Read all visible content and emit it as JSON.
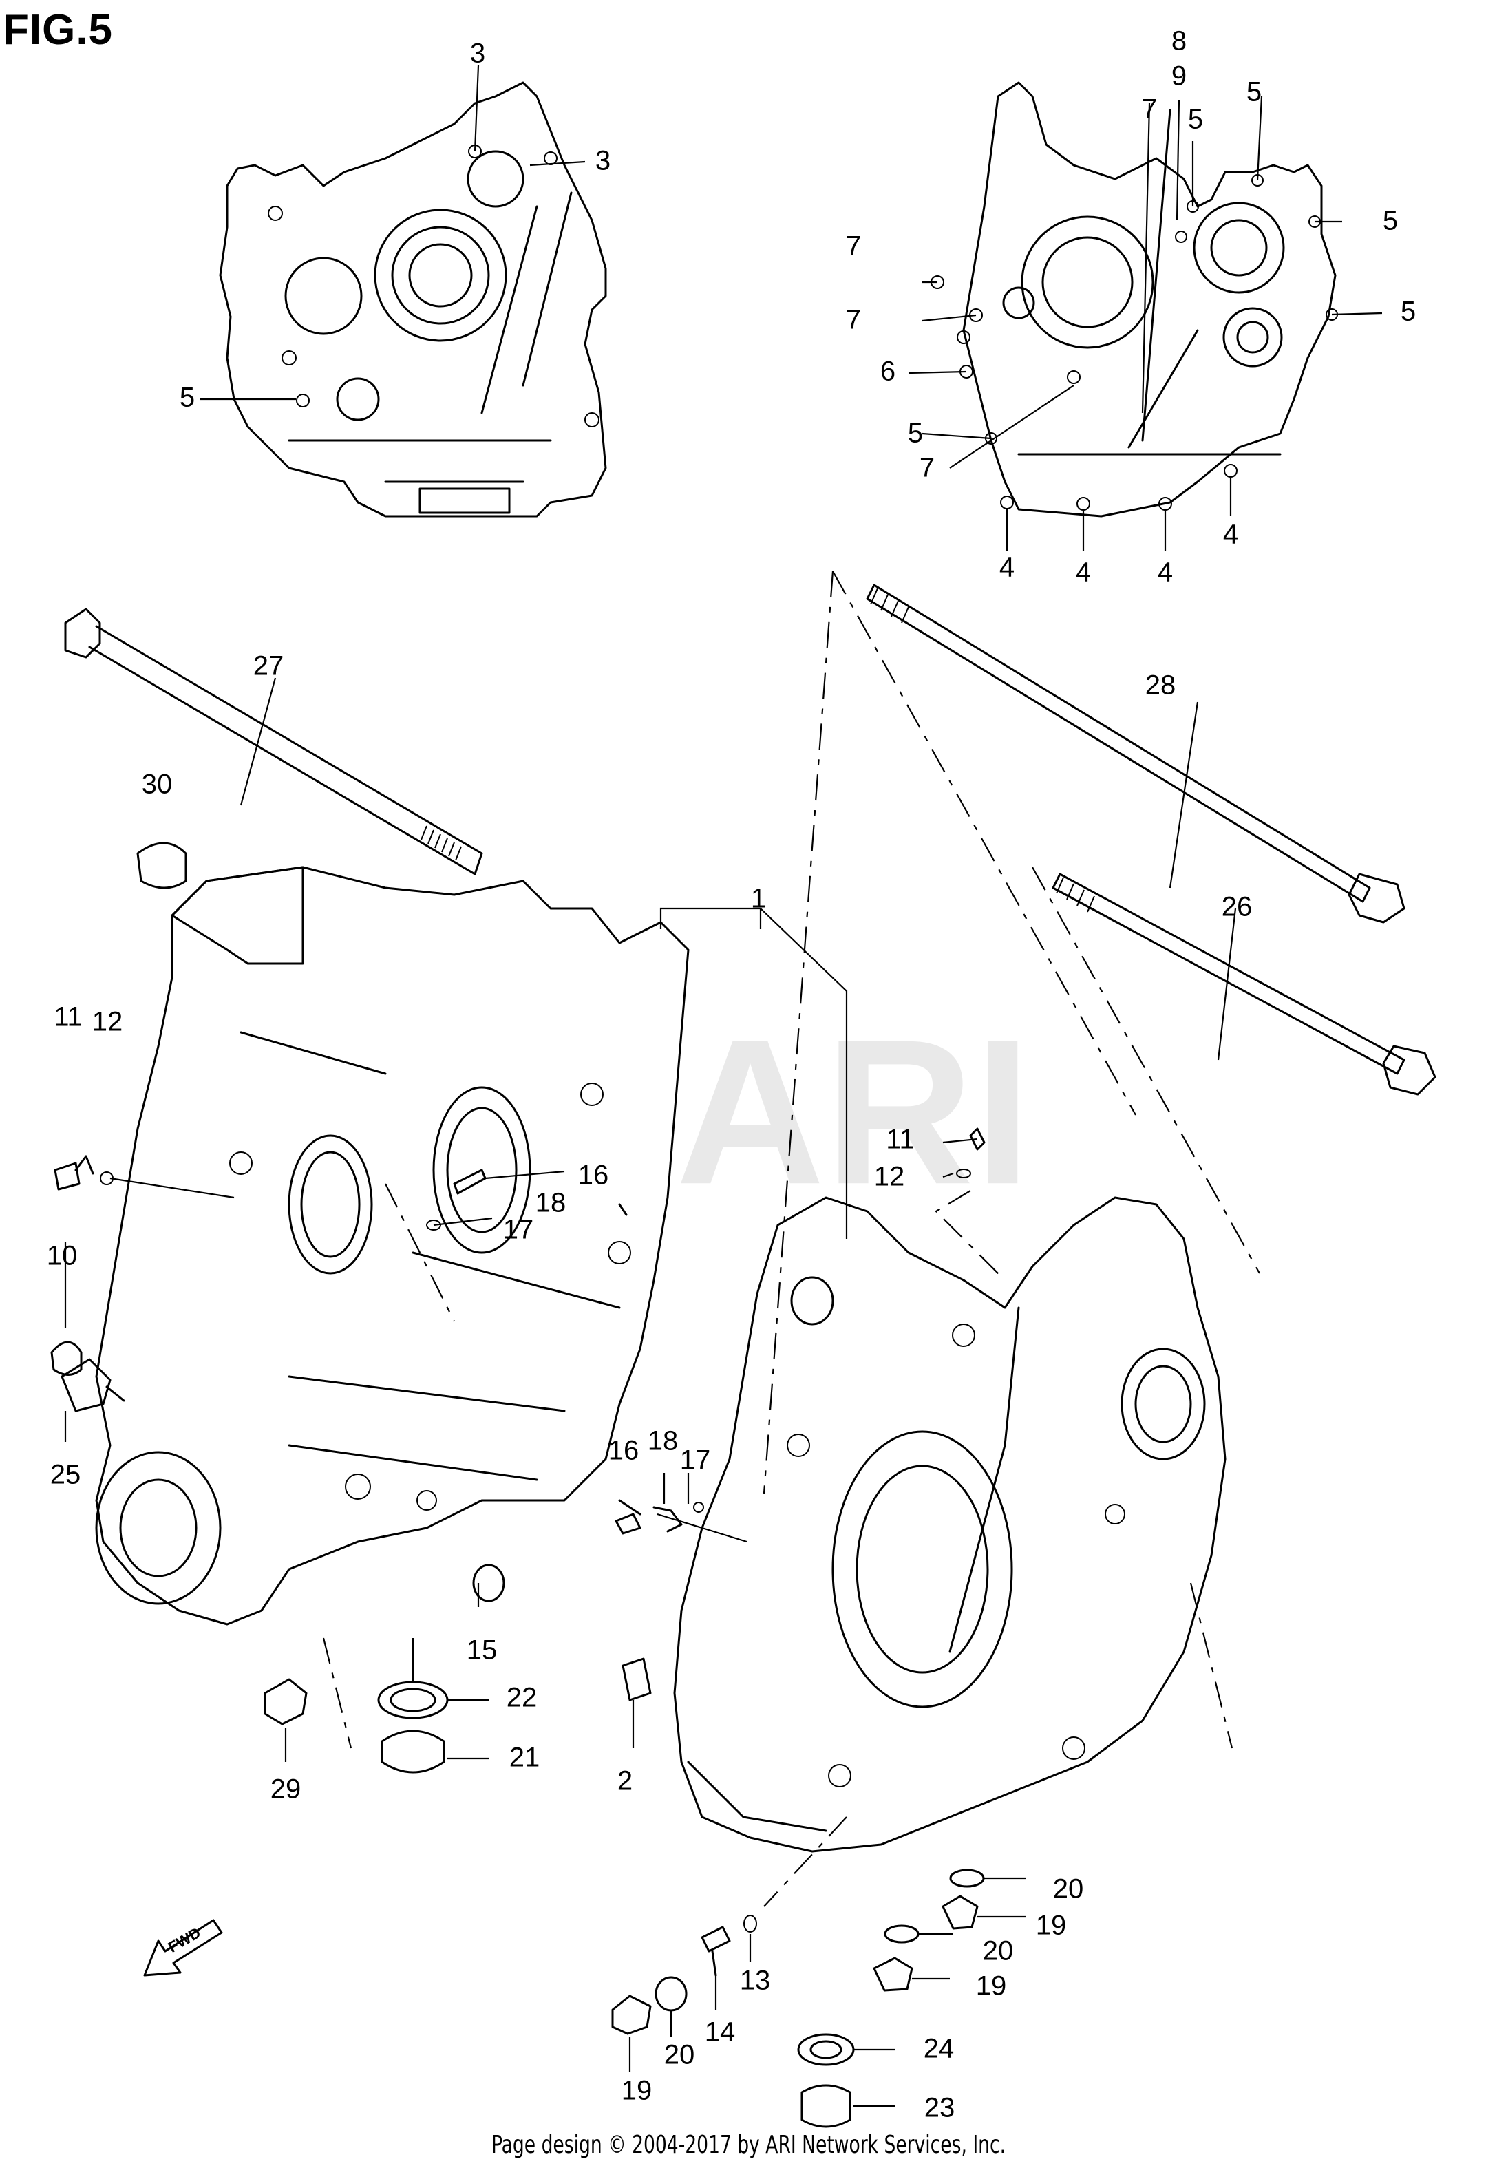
{
  "figure_title": "FIG.5",
  "watermark": "ARI",
  "footer": "Page design © 2004-2017 by ARI Network Services, Inc.",
  "direction_marker": "FWD",
  "callout_numbers": [
    "1",
    "2",
    "3",
    "4",
    "5",
    "6",
    "7",
    "8",
    "9",
    "10",
    "11",
    "12",
    "13",
    "14",
    "15",
    "16",
    "17",
    "18",
    "19",
    "20",
    "21",
    "22",
    "23",
    "24",
    "25",
    "26",
    "27",
    "28",
    "29",
    "30"
  ]
}
